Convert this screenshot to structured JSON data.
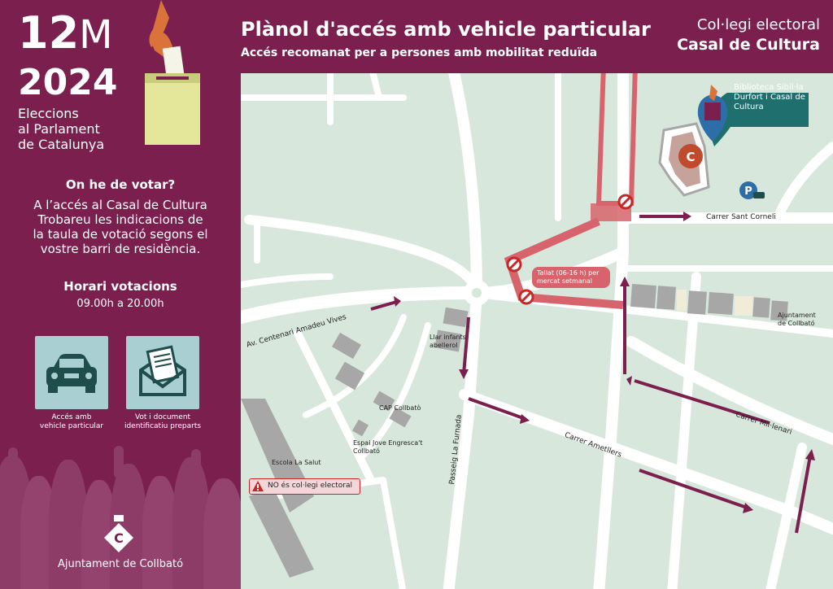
{
  "sidebar": {
    "date_day": "12",
    "date_month": "M",
    "date_year": "2024",
    "election_line1": "Eleccions",
    "election_line2": "al Parlament",
    "election_line3": "de Catalunya",
    "where_title": "On he de votar?",
    "where_text": [
      "A l’accés al Casal de Cultura",
      "Trobareu les indicacions de",
      "la taula de votació segons el",
      "vostre barri de residència."
    ],
    "hours_title": "Horari votacions",
    "hours_value": "09.00h a 20.00h",
    "card_car": {
      "line1": "Accés amb",
      "line2": "vehicle particular",
      "icon": "car-icon"
    },
    "card_doc": {
      "line1": "Vot i document",
      "line2": "identificatiu preparts",
      "icon": "envelope-document-icon"
    },
    "footer_org": "Ajuntament de Collbató",
    "colors": {
      "background": "#7a1f4e",
      "card": "#a9cfd2",
      "ballot_box": "#e4e79a",
      "hand": "#d9733a"
    }
  },
  "header": {
    "title": "Plànol d'accés amb vehicle particular",
    "subtitle": "Accés recomanat per a persones amb mobilitat reduïda",
    "college_label": "Col·legi electoral",
    "college_name": "Casal de Cultura"
  },
  "map": {
    "colors": {
      "land": "#d8e7dc",
      "road": "#ffffff",
      "building": "#a7a7a7",
      "closed_road": "#d7646c",
      "arrow": "#7a1f4e",
      "marker": "#1f6f6e",
      "pin": "#2d6ea8"
    },
    "destination_label": [
      "Biblioteca Sibil·la",
      "Durfort i Casal de",
      "Cultura"
    ],
    "destination_icon": "pin-ballot-icon",
    "casal_icon_letter": "C",
    "parking_letter": "P",
    "closure_label": [
      "Tallat (06-16 h) per",
      "mercat setmanal"
    ],
    "not_college_label": "NO és col·legi electoral",
    "streets": {
      "sant_corneli": "Carrer Sant Corneli",
      "centenari": "Av. Centenari Amadeu Vives",
      "mil_lenari": "Carrer Mil·lenari",
      "ametllers": "Carrer Ametllers",
      "furnada": "Passeig La Furnada"
    },
    "places": {
      "ajuntament": [
        "Ajuntament",
        "de Collbató"
      ],
      "llar": [
        "Llar infants",
        "abellerol"
      ],
      "cap": "CAP Collbatò",
      "espai": [
        "Espai Jove Engresca't",
        "Collbató"
      ],
      "escola": "Escola La Salut"
    }
  }
}
